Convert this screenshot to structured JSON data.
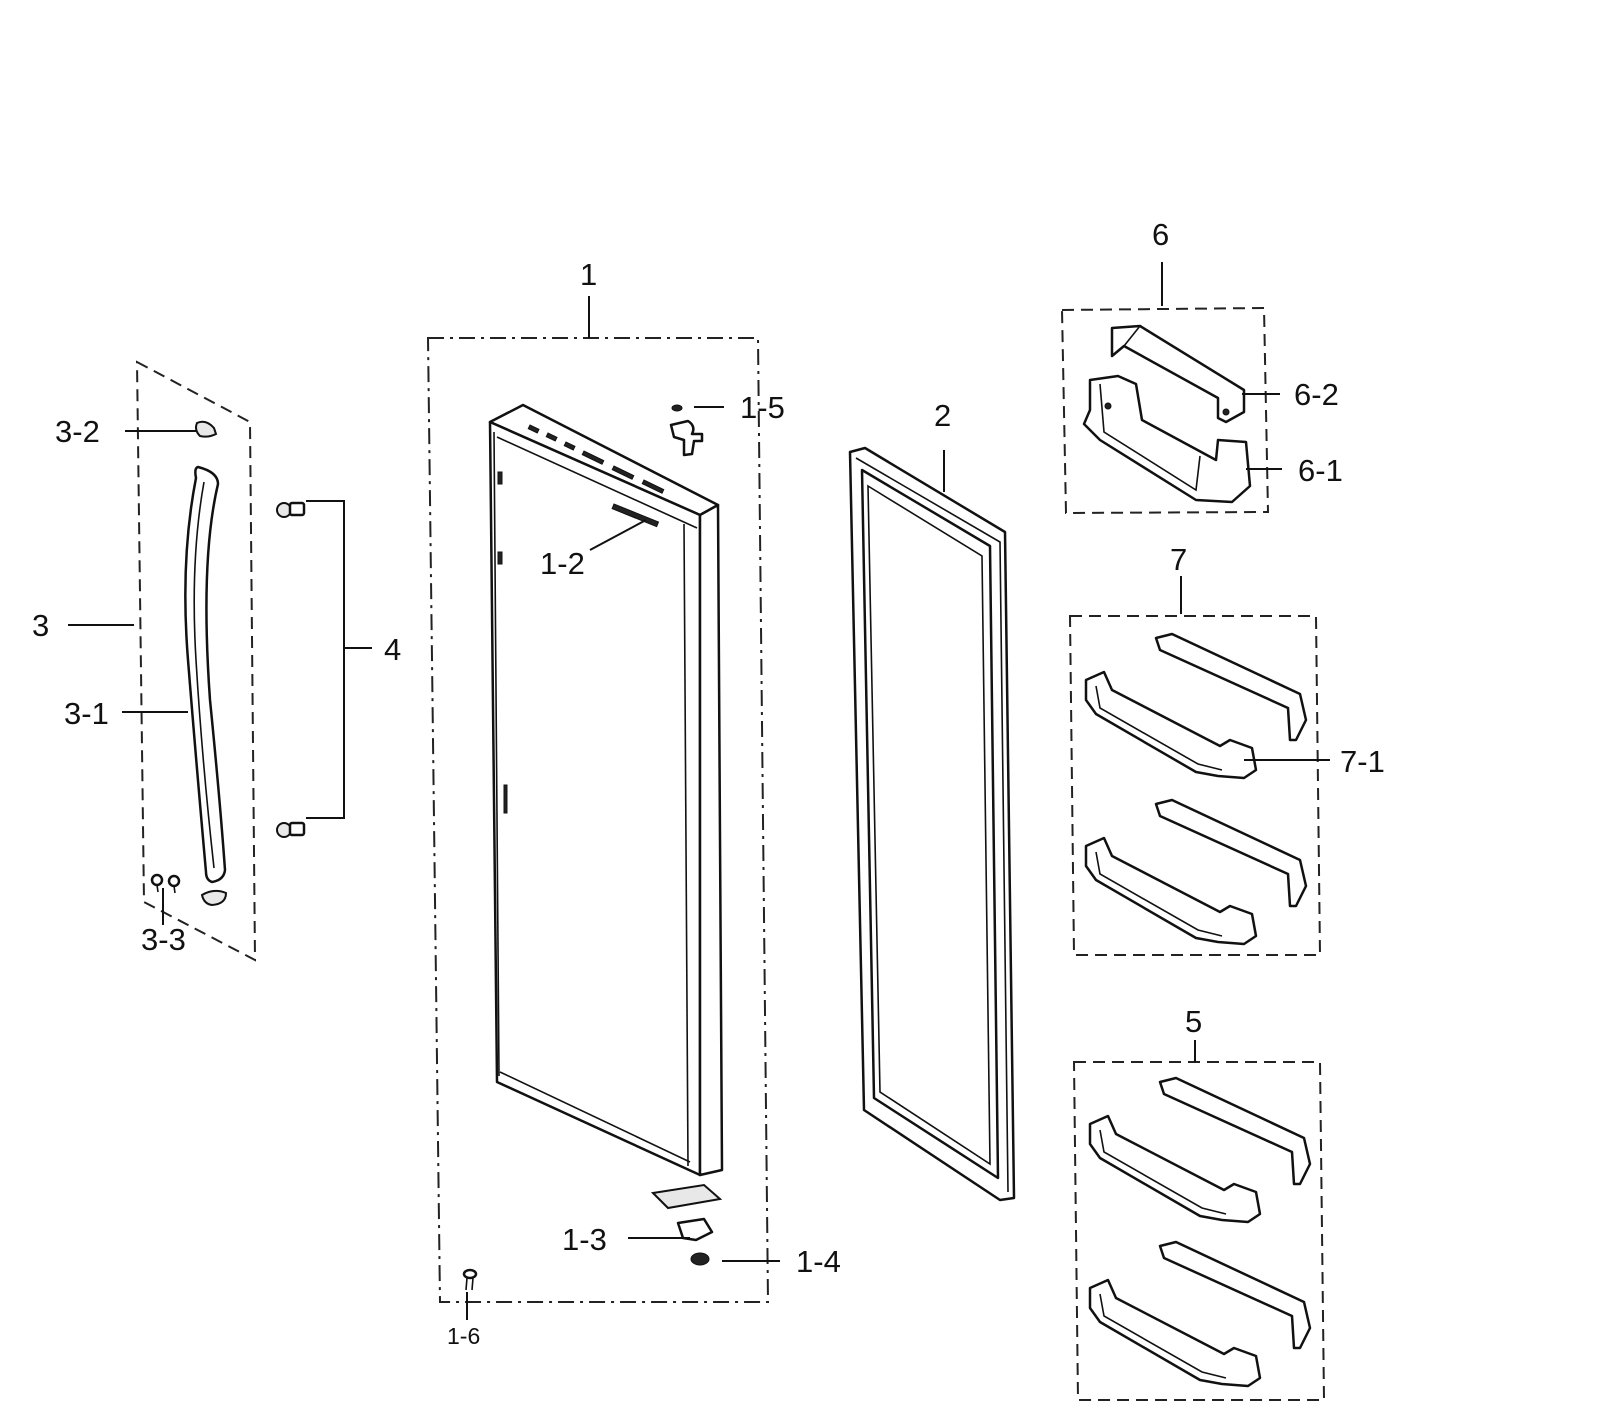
{
  "diagram": {
    "labels": {
      "p1": "1",
      "p1_2": "1-2",
      "p1_3": "1-3",
      "p1_4": "1-4",
      "p1_5": "1-5",
      "p1_6": "1-6",
      "p2": "2",
      "p3": "3",
      "p3_1": "3-1",
      "p3_2": "3-2",
      "p3_3": "3-3",
      "p4": "4",
      "p5": "5",
      "p6": "6",
      "p6_1": "6-1",
      "p6_2": "6-2",
      "p7": "7",
      "p7_1": "7-1"
    }
  }
}
